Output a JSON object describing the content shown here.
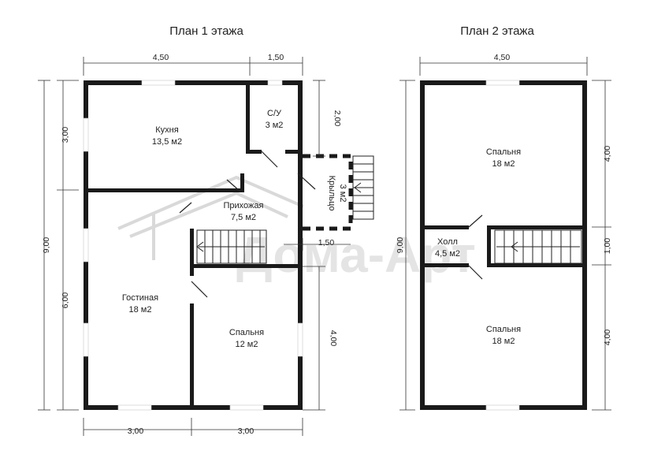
{
  "plans": {
    "floor1": {
      "title": "План 1 этажа",
      "rooms": {
        "kitchen": {
          "name": "Кухня",
          "area": "13,5 м2"
        },
        "bathroom": {
          "name": "С/У",
          "area": "3 м2"
        },
        "hallway": {
          "name": "Прихожая",
          "area": "7,5 м2"
        },
        "living": {
          "name": "Гостиная",
          "area": "18 м2"
        },
        "bedroom": {
          "name": "Спальня",
          "area": "12 м2"
        },
        "porch": {
          "name": "Крыльцо",
          "area": "3 м2"
        }
      },
      "dims": {
        "top_left": "4,50",
        "top_right": "1,50",
        "left_upper": "3,00",
        "left_lower": "6,00",
        "left_total": "9,00",
        "right_porch": "2,00",
        "porch_width": "1,50",
        "right_lower": "4,00",
        "bottom_left": "3,00",
        "bottom_right": "3,00"
      }
    },
    "floor2": {
      "title": "План 2 этажа",
      "rooms": {
        "bedroom_top": {
          "name": "Спальня",
          "area": "18 м2"
        },
        "hall": {
          "name": "Холл",
          "area": "4,5 м2"
        },
        "bedroom_bottom": {
          "name": "Спальня",
          "area": "18 м2"
        }
      },
      "dims": {
        "top": "4,50",
        "left_total": "9,00",
        "right_upper": "4,00",
        "right_middle": "1,00",
        "right_lower": "4,00"
      }
    }
  },
  "watermark": {
    "text": "Дома-Арт"
  }
}
